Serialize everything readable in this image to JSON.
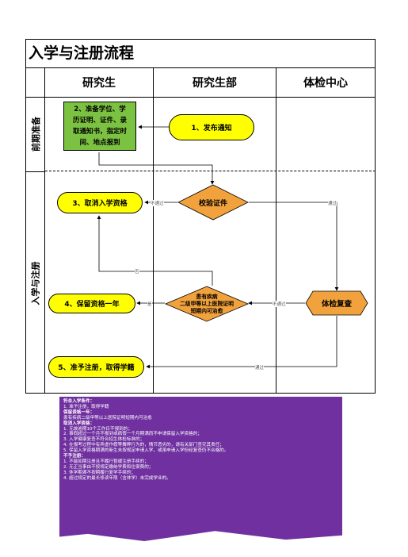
{
  "title": "入学与注册流程",
  "columns": [
    "研究生",
    "研究生部",
    "体检中心"
  ],
  "phases": [
    "前期准备",
    "入学与注册"
  ],
  "nodes": {
    "green_box": [
      "2、准备学位、学",
      "历证明、证件、录",
      "取通知书，指定时",
      "间、地点报到"
    ],
    "publish": "1、发布通知",
    "verify": "校验证件",
    "cancel": "3、取消入学资格",
    "disease": [
      "患有疾病",
      "二级甲等以上医院证明",
      "短期内可治愈"
    ],
    "recheck": "体检复查",
    "retain": "4、保留资格一年",
    "register": "5、准予注册，取得学籍"
  },
  "edge_labels": {
    "not_pass_1": "不通过",
    "pass_1": "通过",
    "no": "否",
    "yes": "是",
    "not_pass_2": "不通过",
    "pass_2": "通过"
  },
  "notes": [
    {
      "text": "符合入学条件：",
      "bold": true
    },
    {
      "text": "1. 准予注册，取得学籍",
      "bold": false
    },
    {
      "text": "保留资格一年：",
      "bold": true
    },
    {
      "text": "患有疾病二级甲等以上医院证明短期内可治愈",
      "bold": false
    },
    {
      "text": "取消入学资格：",
      "bold": true
    },
    {
      "text": "1. 无故逾期10个工作日不报到的；",
      "bold": false
    },
    {
      "text": "2. 事假超过一个月不报到或病假一个月期满而不申请保留入学资格的；",
      "bold": false
    },
    {
      "text": "3. 入学健康复查不符合招生体检标准的；",
      "bold": false
    },
    {
      "text": "4. 在报考过程中有弄虚作假等舞弊行为的，情节恶劣的，请有关部门查究其责任；",
      "bold": false
    },
    {
      "text": "5. 保留入学资格期满的新生未按规定申请入学，或虽申请入学但经复查仍不合格的。",
      "bold": false
    },
    {
      "text": "不予注册：",
      "bold": true
    },
    {
      "text": "1. 不能如期注册且不履行暂缓注册手续的；",
      "bold": false
    },
    {
      "text": "2. 无正当事由不按规定缴纳学费和住宿费的；",
      "bold": false
    },
    {
      "text": "3. 休学期满不按期履行复学手续的；",
      "bold": false
    },
    {
      "text": "4. 超过规定的最长修读年限（含休学）未完成学业的。",
      "bold": false
    }
  ]
}
